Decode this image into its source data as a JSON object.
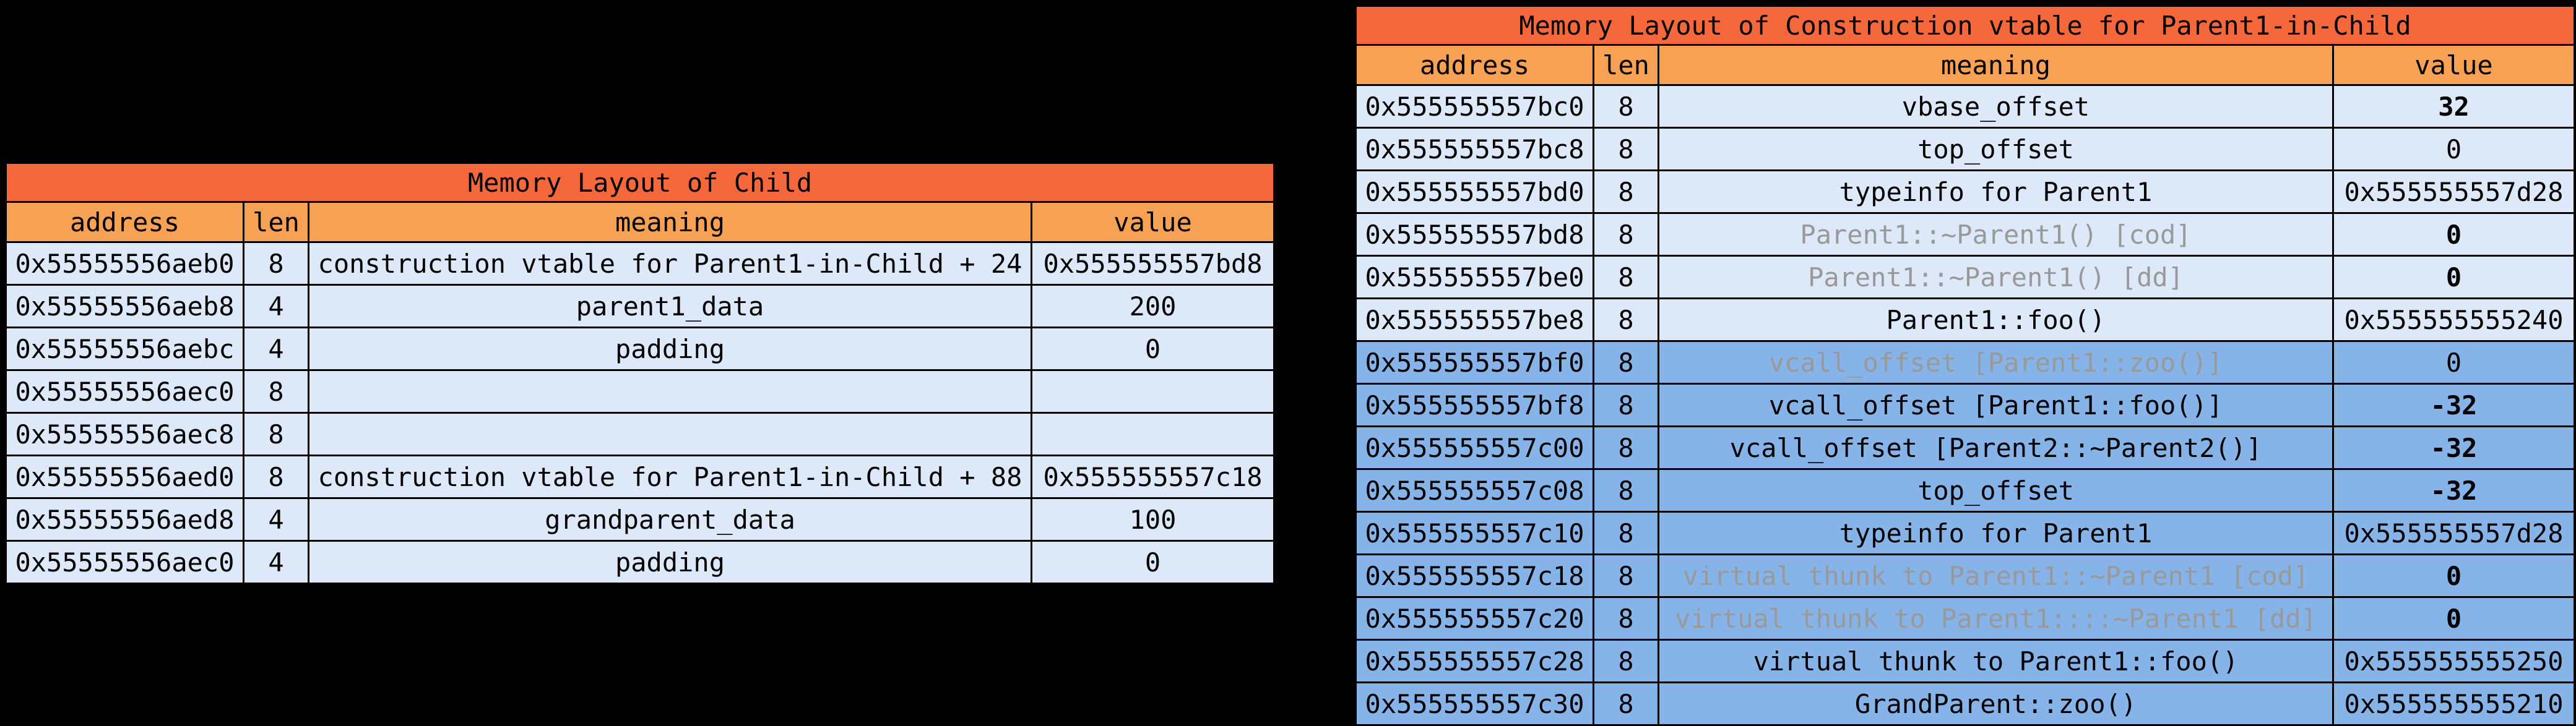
{
  "colors": {
    "title_bg": "#f4683c",
    "header_bg": "#f7a155",
    "row_bg": "#dde9f8",
    "highlight_bg": "#86b4e9",
    "gray_text": "#999999",
    "border": "#000000",
    "text": "#000000",
    "page_bg": "#000000"
  },
  "left_table": {
    "title": "Memory Layout of Child",
    "headers": [
      "address",
      "len",
      "meaning",
      "value"
    ],
    "rows": [
      {
        "address": "0x55555556aeb0",
        "len": "8",
        "meaning": "construction vtable for Parent1-in-Child + 24",
        "value": "0x555555557bd8",
        "gray": false,
        "bold_value": false,
        "highlight": false
      },
      {
        "address": "0x55555556aeb8",
        "len": "4",
        "meaning": "parent1_data",
        "value": "200",
        "gray": false,
        "bold_value": false,
        "highlight": false
      },
      {
        "address": "0x55555556aebc",
        "len": "4",
        "meaning": "padding",
        "value": "0",
        "gray": false,
        "bold_value": false,
        "highlight": false
      },
      {
        "address": "0x55555556aec0",
        "len": "8",
        "meaning": "",
        "value": "",
        "gray": false,
        "bold_value": false,
        "highlight": false
      },
      {
        "address": "0x55555556aec8",
        "len": "8",
        "meaning": "",
        "value": "",
        "gray": false,
        "bold_value": false,
        "highlight": false
      },
      {
        "address": "0x55555556aed0",
        "len": "8",
        "meaning": "construction vtable for Parent1-in-Child + 88",
        "value": "0x555555557c18",
        "gray": false,
        "bold_value": false,
        "highlight": false
      },
      {
        "address": "0x55555556aed8",
        "len": "4",
        "meaning": "grandparent_data",
        "value": "100",
        "gray": false,
        "bold_value": false,
        "highlight": false
      },
      {
        "address": "0x55555556aec0",
        "len": "4",
        "meaning": "padding",
        "value": "0",
        "gray": false,
        "bold_value": false,
        "highlight": false
      }
    ]
  },
  "right_table": {
    "title": "Memory Layout of Construction vtable for Parent1-in-Child",
    "headers": [
      "address",
      "len",
      "meaning",
      "value"
    ],
    "rows": [
      {
        "address": "0x555555557bc0",
        "len": "8",
        "meaning": "vbase_offset",
        "value": "32",
        "gray": false,
        "bold_value": true,
        "highlight": false
      },
      {
        "address": "0x555555557bc8",
        "len": "8",
        "meaning": "top_offset",
        "value": "0",
        "gray": false,
        "bold_value": false,
        "highlight": false
      },
      {
        "address": "0x555555557bd0",
        "len": "8",
        "meaning": "typeinfo for Parent1",
        "value": "0x555555557d28",
        "gray": false,
        "bold_value": false,
        "highlight": false
      },
      {
        "address": "0x555555557bd8",
        "len": "8",
        "meaning": "Parent1::~Parent1() [cod]",
        "value": "0",
        "gray": true,
        "bold_value": true,
        "highlight": false
      },
      {
        "address": "0x555555557be0",
        "len": "8",
        "meaning": "Parent1::~Parent1() [dd]",
        "value": "0",
        "gray": true,
        "bold_value": true,
        "highlight": false
      },
      {
        "address": "0x555555557be8",
        "len": "8",
        "meaning": "Parent1::foo()",
        "value": "0x555555555240",
        "gray": false,
        "bold_value": false,
        "highlight": false
      },
      {
        "address": "0x555555557bf0",
        "len": "8",
        "meaning": "vcall_offset [Parent1::zoo()]",
        "value": "0",
        "gray": true,
        "bold_value": false,
        "highlight": true
      },
      {
        "address": "0x555555557bf8",
        "len": "8",
        "meaning": "vcall_offset [Parent1::foo()]",
        "value": "-32",
        "gray": false,
        "bold_value": true,
        "highlight": true
      },
      {
        "address": "0x555555557c00",
        "len": "8",
        "meaning": "vcall_offset [Parent2::~Parent2()]",
        "value": "-32",
        "gray": false,
        "bold_value": true,
        "highlight": true
      },
      {
        "address": "0x555555557c08",
        "len": "8",
        "meaning": "top_offset",
        "value": "-32",
        "gray": false,
        "bold_value": true,
        "highlight": true
      },
      {
        "address": "0x555555557c10",
        "len": "8",
        "meaning": "typeinfo for Parent1",
        "value": "0x555555557d28",
        "gray": false,
        "bold_value": false,
        "highlight": true
      },
      {
        "address": "0x555555557c18",
        "len": "8",
        "meaning": "virtual thunk to Parent1::~Parent1 [cod]",
        "value": "0",
        "gray": true,
        "bold_value": true,
        "highlight": true
      },
      {
        "address": "0x555555557c20",
        "len": "8",
        "meaning": "virtual thunk to Parent1::::~Parent1 [dd]",
        "value": "0",
        "gray": true,
        "bold_value": true,
        "highlight": true
      },
      {
        "address": "0x555555557c28",
        "len": "8",
        "meaning": "virtual thunk to Parent1::foo()",
        "value": "0x555555555250",
        "gray": false,
        "bold_value": false,
        "highlight": true
      },
      {
        "address": "0x555555557c30",
        "len": "8",
        "meaning": "GrandParent::zoo()",
        "value": "0x555555555210",
        "gray": false,
        "bold_value": false,
        "highlight": true
      }
    ]
  }
}
